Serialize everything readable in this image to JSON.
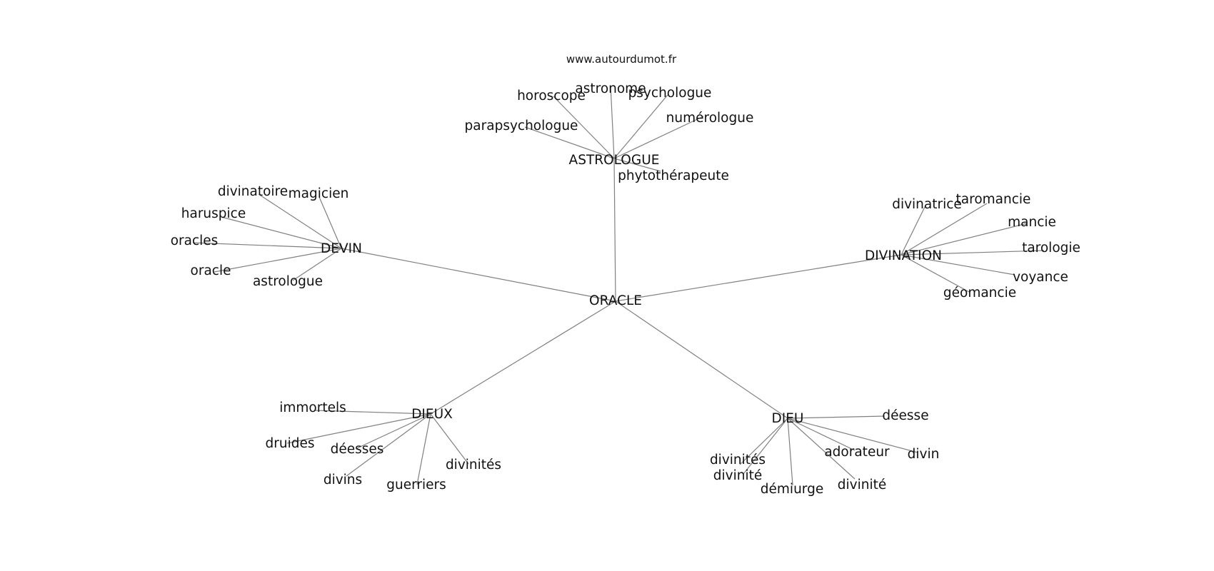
{
  "website": "www.autourdumot.fr",
  "graph": {
    "center": "ORACLE",
    "hubs": [
      {
        "label": "ASTROLOGUE",
        "words": [
          "astronome",
          "horoscope",
          "psychologue",
          "parapsychologue",
          "numérologue",
          "phytothérapeute"
        ]
      },
      {
        "label": "DEVIN",
        "words": [
          "divinatoire",
          "magicien",
          "haruspice",
          "oracles",
          "oracle",
          "astrologue"
        ]
      },
      {
        "label": "DIVINATION",
        "words": [
          "divinatrice",
          "taromancie",
          "mancie",
          "tarologie",
          "voyance",
          "géomancie"
        ]
      },
      {
        "label": "DIEUX",
        "words": [
          "immortels",
          "druides",
          "déesses",
          "divins",
          "guerriers",
          "divinités"
        ]
      },
      {
        "label": "DIEU",
        "words": [
          "déesse",
          "divinités",
          "divinité",
          "adorateur",
          "divin",
          "démiurge",
          "divinité"
        ]
      }
    ]
  }
}
